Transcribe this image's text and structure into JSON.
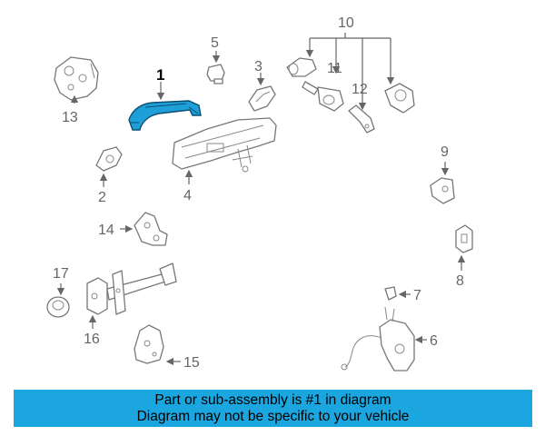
{
  "diagram": {
    "callouts": [
      "1",
      "2",
      "3",
      "4",
      "5",
      "6",
      "7",
      "8",
      "9",
      "10",
      "11",
      "12",
      "13",
      "14",
      "15",
      "16",
      "17"
    ],
    "highlight_color": "#1e9fd8"
  },
  "banner": {
    "line1": "Part or sub-assembly is #1 in diagram",
    "line2": "Diagram may not be specific to your vehicle",
    "color": "#1ba6e0"
  }
}
